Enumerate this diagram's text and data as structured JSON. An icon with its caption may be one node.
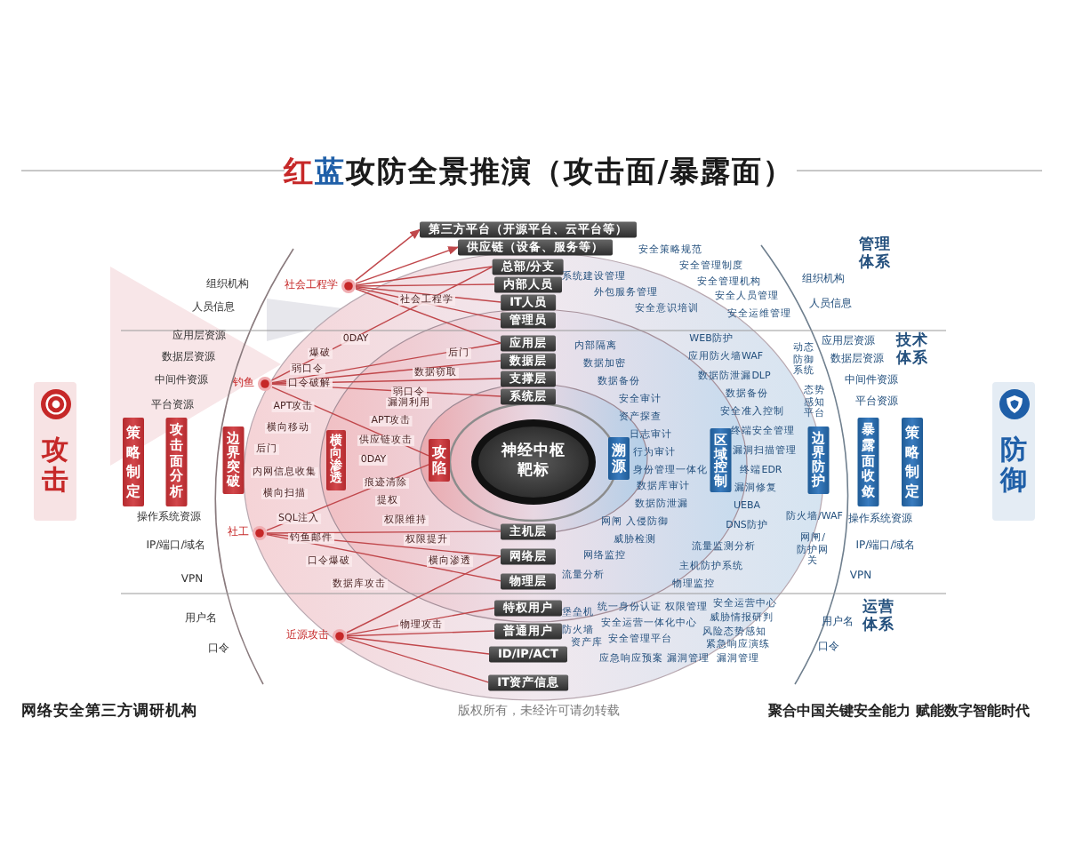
{
  "diagram": {
    "title": "红蓝攻防全景推演（攻击面/暴露面）",
    "nodes": [
      {
        "text": [
          "攻击"
        ]
      },
      {
        "text": [
          "防御"
        ]
      },
      {
        "text": [
          "策略制定"
        ]
      },
      {
        "text": [
          "攻击面分析"
        ]
      },
      {
        "text": [
          "边界突破"
        ]
      },
      {
        "text": [
          "横向渗透"
        ]
      },
      {
        "text": [
          "攻陷"
        ]
      },
      {
        "text": [
          "神经中枢靶标"
        ]
      },
      {
        "text": [
          "溯源"
        ]
      },
      {
        "text": [
          "区域控制"
        ]
      },
      {
        "text": [
          "边界防护"
        ]
      },
      {
        "text": [
          "暴露面收敛"
        ]
      },
      {
        "text": [
          "策略制定"
        ]
      },
      {
        "text": [
          "第三方平台（开源平台、云平台等）"
        ]
      },
      {
        "text": [
          "供应链（设备、服务等）"
        ]
      },
      {
        "text": [
          "总部/分支"
        ]
      },
      {
        "text": [
          "内部人员"
        ]
      },
      {
        "text": [
          "IT人员"
        ]
      },
      {
        "text": [
          "管理员"
        ]
      },
      {
        "text": [
          "应用层"
        ]
      },
      {
        "text": [
          "数据层"
        ]
      },
      {
        "text": [
          "支撑层"
        ]
      },
      {
        "text": [
          "系统层"
        ]
      },
      {
        "text": [
          "主机层"
        ]
      },
      {
        "text": [
          "网络层"
        ]
      },
      {
        "text": [
          "物理层"
        ]
      },
      {
        "text": [
          "特权用户"
        ]
      },
      {
        "text": [
          "普通用户"
        ]
      },
      {
        "text": [
          "ID/IP/ACT"
        ]
      },
      {
        "text": [
          "IT资产信息"
        ]
      },
      {
        "text": [
          "社会工程学"
        ]
      },
      {
        "text": [
          "钓鱼"
        ]
      },
      {
        "text": [
          "社工"
        ]
      },
      {
        "text": [
          "近源攻击"
        ]
      }
    ],
    "edges": [
      {
        "from": 30,
        "to": 13,
        "arrow": "to"
      },
      {
        "from": 30,
        "to": 14,
        "arrow": "to"
      },
      {
        "from": 30,
        "to": 15,
        "arrow": "none"
      },
      {
        "from": 30,
        "to": 16,
        "arrow": "none"
      },
      {
        "from": 30,
        "to": 17,
        "arrow": "none"
      },
      {
        "from": 30,
        "to": 18,
        "arrow": "none"
      },
      {
        "from": 30,
        "to": 19,
        "arrow": "none"
      },
      {
        "from": 31,
        "to": 15,
        "arrow": "none"
      },
      {
        "from": 31,
        "to": 19,
        "arrow": "none"
      },
      {
        "from": 31,
        "to": 20,
        "arrow": "none"
      },
      {
        "from": 31,
        "to": 21,
        "arrow": "none"
      },
      {
        "from": 31,
        "to": 22,
        "arrow": "none"
      },
      {
        "from": 31,
        "to": 6,
        "arrow": "none"
      },
      {
        "from": 32,
        "to": 23,
        "arrow": "none"
      },
      {
        "from": 32,
        "to": 24,
        "arrow": "none"
      },
      {
        "from": 32,
        "to": 25,
        "arrow": "none"
      },
      {
        "from": 32,
        "to": 6,
        "arrow": "none"
      },
      {
        "from": 33,
        "to": 24,
        "arrow": "none"
      },
      {
        "from": 33,
        "to": 26,
        "arrow": "none"
      },
      {
        "from": 33,
        "to": 27,
        "arrow": "none"
      },
      {
        "from": 33,
        "to": 28,
        "arrow": "none"
      },
      {
        "from": 33,
        "to": 29,
        "arrow": "none"
      }
    ],
    "labels": [
      "组织机构",
      "人员信息",
      "应用层资源",
      "数据层资源",
      "中间件资源",
      "平台资源",
      "操作系统资源",
      "IP/端口/域名",
      "VPN",
      "用户名",
      "口令",
      "社会工程学",
      "0DAY",
      "爆破",
      "后门",
      "弱口令",
      "数据窃取",
      "口令破解",
      "弱口令",
      "漏洞利用",
      "APT攻击",
      "APT攻击",
      "横向移动",
      "供应链攻击",
      "后门",
      "0DAY",
      "内网信息收集",
      "痕迹清除",
      "横向扫描",
      "提权",
      "SQL注入",
      "权限维持",
      "钓鱼邮件",
      "权限提升",
      "口令爆破",
      "横向渗透",
      "数据库攻击",
      "物理攻击",
      "管理体系",
      "安全策略规范",
      "安全管理制度",
      "系统建设管理",
      "组织机构",
      "安全管理机构",
      "外包服务管理",
      "安全人员管理",
      "人员信息",
      "安全意识培训",
      "安全运维管理",
      "WEB防护",
      "应用层资源",
      "内部隔离",
      "技术体系",
      "应用防火墙WAF",
      "动态防御系统",
      "数据层资源",
      "数据加密",
      "数据防泄漏DLP",
      "数据备份",
      "中间件资源",
      "数据备份",
      "安全审计",
      "态势感知平台",
      "平台资源",
      "安全准入控制",
      "资产探查",
      "终端安全管理",
      "日志审计",
      "漏洞扫描管理",
      "行为审计",
      "身份管理一体化",
      "终端EDR",
      "数据库审计",
      "漏洞修复",
      "数据防泄漏",
      "UEBA",
      "防火墙/WAF",
      "操作系统资源",
      "网闸 入侵防御",
      "DNS防护",
      "威胁检测",
      "流量监测分析",
      "IP/端口/域名",
      "网闸/防护网关",
      "网络监控",
      "主机防护系统",
      "流量分析",
      "VPN",
      "物理监控",
      "安全运营中心",
      "统一身份认证 权限管理",
      "堡垒机",
      "运营体系",
      "威胁情报研判",
      "用户名",
      "安全运营一体化中心",
      "防火墙",
      "风险态势感知",
      "安全管理平台",
      "紧急响应演练",
      "口令",
      "资产库",
      "应急响应预案 漏洞管理",
      "漏洞管理",
      "网络安全第三方调研机构",
      "版权所有，未经许可请勿转载",
      "聚合中国关键安全能力 赋能数字智能时代"
    ]
  }
}
